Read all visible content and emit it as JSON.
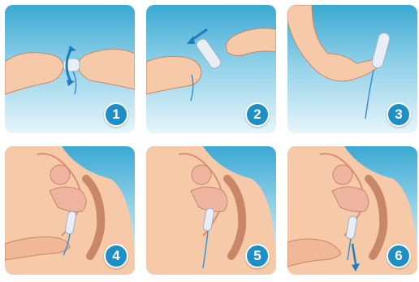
{
  "steps": [
    {
      "number": "1"
    },
    {
      "number": "2"
    },
    {
      "number": "3"
    },
    {
      "number": "4"
    },
    {
      "number": "5"
    },
    {
      "number": "6"
    }
  ],
  "colors": {
    "panel_top": "#3aa9d2",
    "panel_bottom": "#e6f5fb",
    "badge": "#1d8fc6",
    "skin": "#f6c9a8",
    "skin_shadow": "#e7a983",
    "organ": "#eeb4a0",
    "tampon": "#e9eef5",
    "string": "#3a8fd6"
  },
  "icons": [
    "hands-unwrapping-tampon",
    "hand-pulling-wrapper",
    "hand-holding-tampon",
    "anatomy-inserting",
    "anatomy-inserted",
    "anatomy-removing"
  ]
}
